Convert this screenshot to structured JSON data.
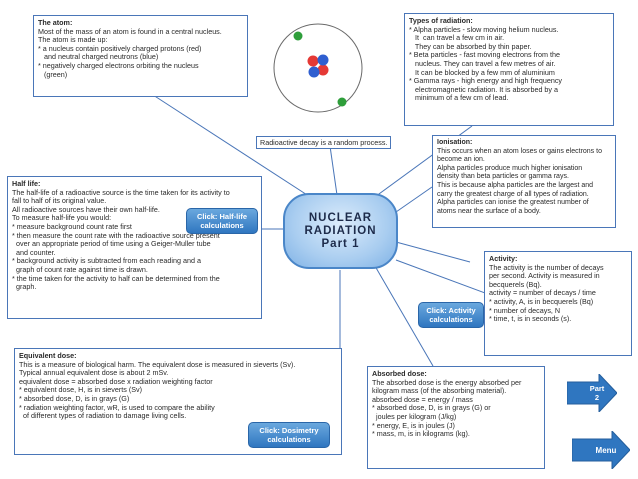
{
  "center": {
    "line1": "NUCLEAR",
    "line2": "RADIATION",
    "line3": "Part 1"
  },
  "decay_note": "Radioactive decay is a random process.",
  "atom": {
    "title": "The atom:",
    "lines": [
      "Most of the mass of an atom is found in a central nucleus.",
      "The atom is made up:",
      "* a nucleus contain positively charged protons (red)",
      "   and neutral charged neutrons (blue)",
      "* negatively charged electrons orbiting the nucleus",
      "   (green)"
    ]
  },
  "types": {
    "title": "Types of radiation:",
    "lines": [
      "* Alpha particles - slow moving helium nucleus.",
      "   It  can travel a few cm in air.",
      "   They can be absorbed by thin paper.",
      "* Beta particles - fast moving electrons from the",
      "   nucleus. They can travel a few metres of air.",
      "   It can be blocked by a few mm of aluminium",
      "* Gamma rays - high energy and high frequency",
      "   electromagnetic radiation. It is absorbed by a",
      "   minimum of a few cm of lead."
    ]
  },
  "ionisation": {
    "title": "Ionisation:",
    "lines": [
      "This occurs when an atom loses or gains electrons to",
      "become an ion.",
      "Alpha particles produce much higher ionisation",
      "density than beta particles or gamma rays.",
      "This is because alpha particles are the largest and",
      "carry the greatest charge of all types of radiation.",
      "Alpha particles can ionise the greatest number of",
      "atoms near the surface of a body."
    ]
  },
  "halflife": {
    "title": "Half life:",
    "lines": [
      "The half-life of a radioactive source is the time taken for its activity to",
      "fall to half of its original value.",
      "All radioactive sources have their own half-life.",
      "",
      "To measure half-life you would:",
      "* measure background count rate first",
      "* then measure the count rate with the radioactive source present",
      "  over an appropriate period of time using a Geiger-Muller tube",
      "  and counter.",
      "* background activity is subtracted from each reading and a",
      "  graph of count rate against time is drawn.",
      "* the time taken for the activity to half can be determined from the",
      "  graph."
    ]
  },
  "activity": {
    "title": "Activity:",
    "lines": [
      "The activity is the number of decays",
      "per second. Activity is measured in",
      "becquerels (Bq).",
      "",
      "activity = number of decays / time",
      "",
      "* activity, A, is in becquerels (Bq)",
      "* number of decays, N",
      "* time, t, is in seconds (s)."
    ]
  },
  "equivalent": {
    "title": "Equivalent dose:",
    "lines": [
      "This is a measure of biological harm. The equivalent dose is measured in sieverts (Sv).",
      "Typical annual equivalent dose is about 2 mSv.",
      "",
      "equivalent dose = absorbed dose x radiation weighting factor",
      "",
      "* equivalent dose, H, is in sieverts (Sv)",
      "* absorbed dose, D, is in grays (G)",
      "* radiation weighting factor, wR, is used to compare the ability",
      "  of different types of radiation to damage living cells."
    ]
  },
  "absorbed": {
    "title": "Absorbed dose:",
    "lines": [
      "The absorbed dose is the energy absorbed per",
      "kilogram mass (of the absorbing material).",
      "",
      "absorbed dose = energy / mass",
      "",
      "* absorbed dose, D, is in grays (G) or",
      "  joules per kilogram (J/kg)",
      "* energy, E, is in joules (J)",
      "* mass, m, is in kilograms (kg)."
    ]
  },
  "buttons": {
    "halflife": {
      "line1": "Click: Half-life",
      "line2": "calculations"
    },
    "activity": {
      "line1": "Click: Activity",
      "line2": "calculations"
    },
    "dosimetry": {
      "line1": "Click: Dosimetry",
      "line2": "calculations"
    },
    "part2": {
      "line1": "Part",
      "line2": "2"
    },
    "menu": "Menu"
  },
  "colors": {
    "border": "#4a76b8",
    "button": "#2f76c0",
    "center": "#a9cdf0"
  }
}
